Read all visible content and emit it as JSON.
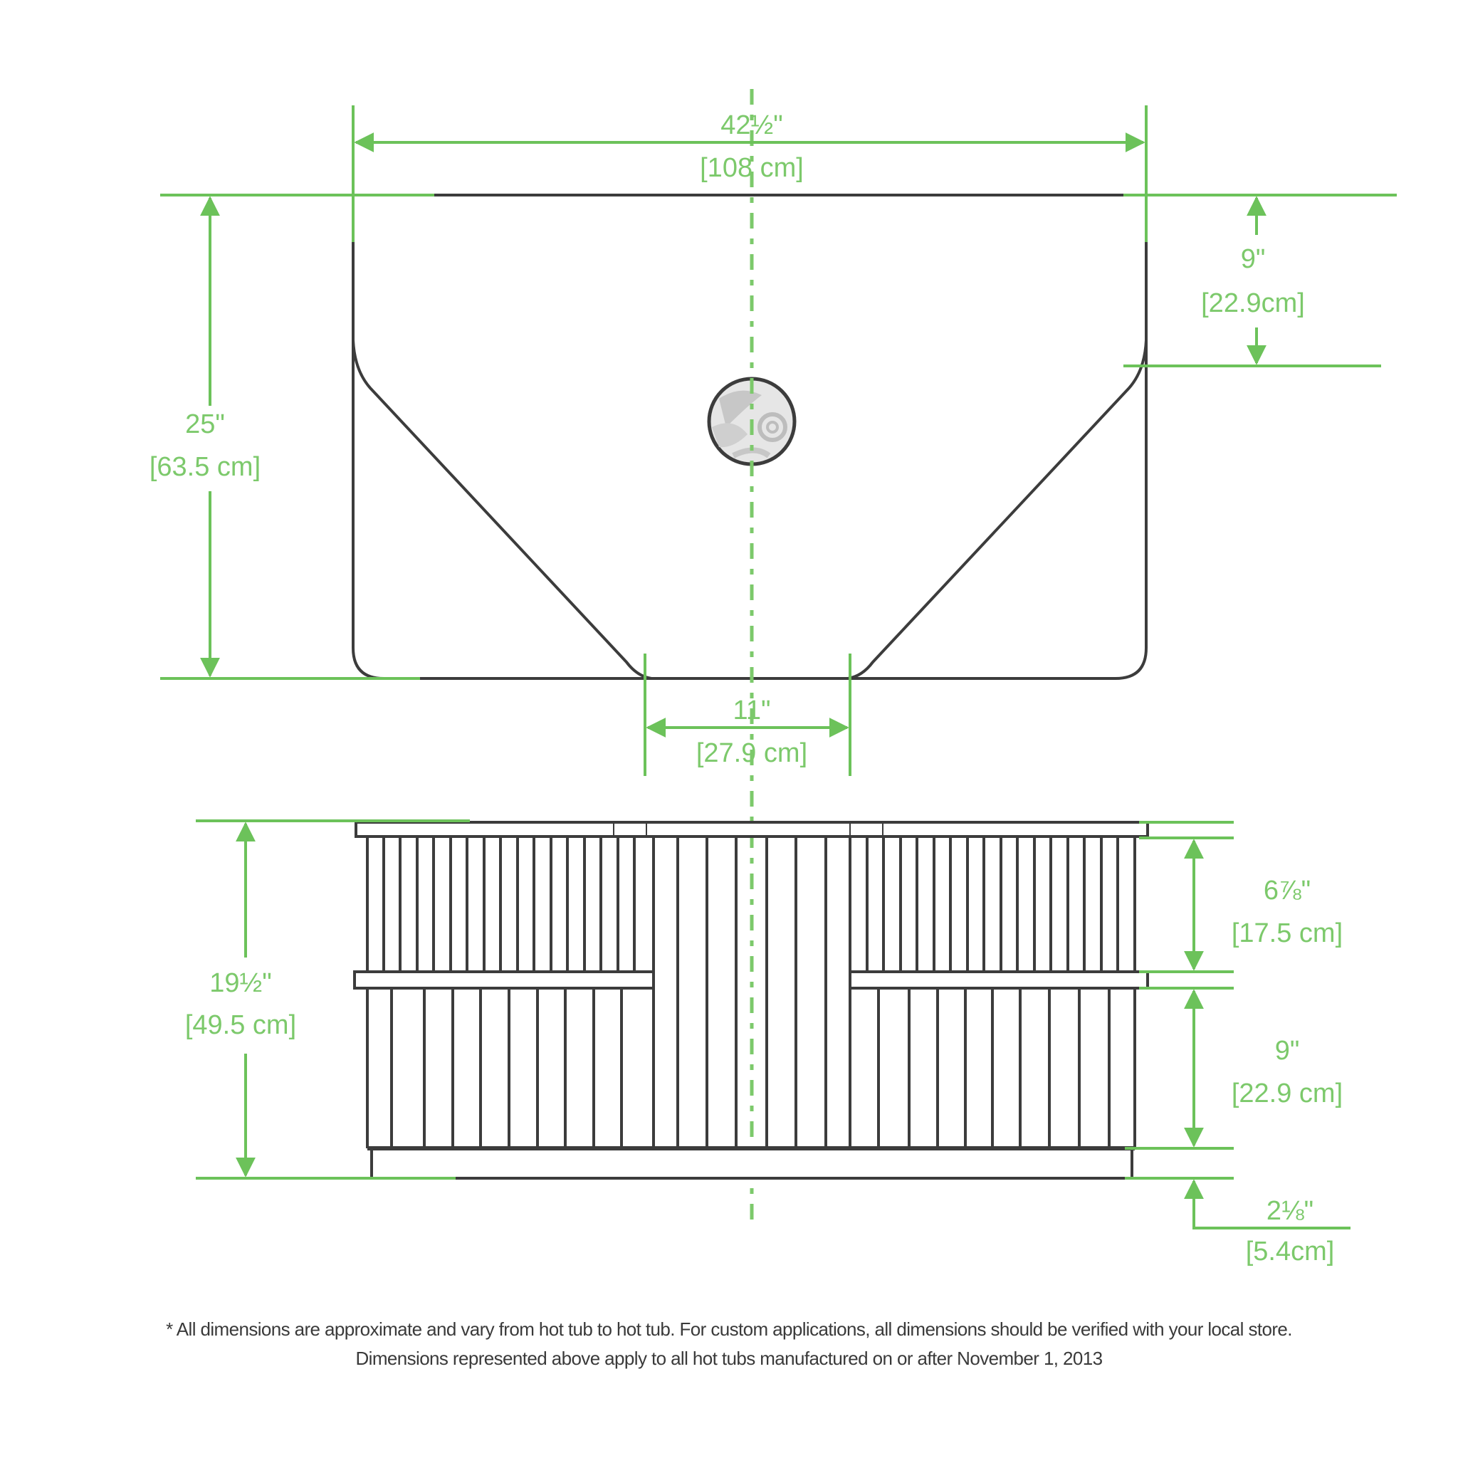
{
  "colors": {
    "dimension": "#6cc25a",
    "outline": "#3c3c3c",
    "text_note": "#3a3a3a",
    "background": "#ffffff"
  },
  "top_view": {
    "overall_width": {
      "imperial": "42½\"",
      "metric": "[108 cm]"
    },
    "overall_depth": {
      "imperial": "25\"",
      "metric": "[63.5 cm]"
    },
    "straight_side_depth": {
      "imperial": "9\"",
      "metric": "[22.9cm]"
    },
    "front_flat_width": {
      "imperial": "11\"",
      "metric": "[27.9 cm]"
    },
    "logo": "brand-logo-medallion-icon"
  },
  "side_view": {
    "overall_height": {
      "imperial": "19½\"",
      "metric": "[49.5 cm]"
    },
    "upper_panel_height": {
      "imperial": "6⅞\"",
      "metric": "[17.5 cm]"
    },
    "lower_panel_height": {
      "imperial": "9\"",
      "metric": "[22.9 cm]"
    },
    "base_height": {
      "imperial": "2⅛\"",
      "metric": "[5.4cm]"
    }
  },
  "footnotes": [
    "* All dimensions are approximate and vary from hot tub to hot tub.  For custom applications, all dimensions should be verified with your local store.",
    "Dimensions represented above apply to all hot tubs manufactured on or after November 1, 2013"
  ]
}
